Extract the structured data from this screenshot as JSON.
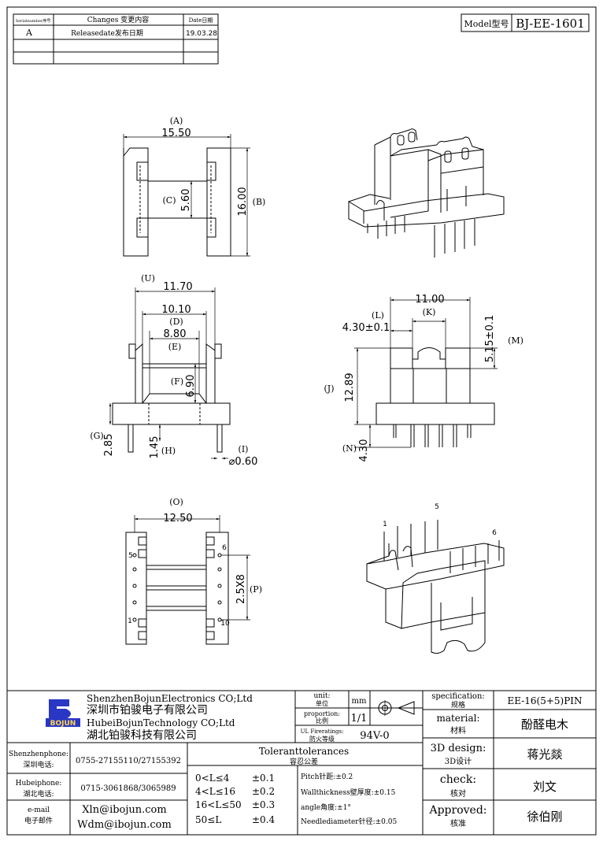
{
  "revision": {
    "headers": [
      "Serialnumber序号",
      "Changes 变更内容",
      "Date日期"
    ],
    "rows": [
      [
        "A",
        "Releasedate发布日期",
        "19.03.28"
      ],
      [
        "",
        "",
        ""
      ],
      [
        "",
        "",
        ""
      ]
    ]
  },
  "model": {
    "label": "Model型号",
    "value": "BJ-EE-1601"
  },
  "views": {
    "top": {
      "A_tag": "(A)",
      "A_val": "15.50",
      "B_val": "16.00",
      "B_tag": "(B)",
      "C_tag": "(C)",
      "C_val": "5.60"
    },
    "front": {
      "U_tag": "(U)",
      "U_val": "11.70",
      "D_val": "10.10",
      "D_tag": "(D)",
      "E_val": "8.80",
      "E_tag": "(E)",
      "F_tag": "(F)",
      "F_val": "6.90",
      "G_tag": "(G)",
      "G_val": "2.85",
      "H_val": "1.45",
      "H_tag": "(H)",
      "I_tag": "(I)",
      "I_val": "⌀0.60"
    },
    "side": {
      "top_val": "11.00",
      "L_tag": "(L)",
      "K_tag": "(K)",
      "L_val": "4.30±0.1",
      "M_val": "5.15±0.1",
      "M_tag": "(M)",
      "J_tag": "(J)",
      "J_val": "12.89",
      "N_tag": "(N)",
      "N_val": "4.30"
    },
    "bottom": {
      "O_tag": "(O)",
      "O_val": "12.50",
      "P_val": "2.5X8",
      "P_tag": "(P)",
      "pin5": "5",
      "pin6": "6",
      "pin1": "1",
      "pin10": "10"
    },
    "iso2": {
      "pin1": "1",
      "pin5": "5",
      "pin6": "6"
    }
  },
  "title_block": {
    "company_en1": "ShenzhenBojunElectronics CO;Ltd",
    "company_cn1": "深圳市铂骏电子有限公司",
    "company_en2": "HubeiBojunTechnology CO;Ltd",
    "company_cn2": "湖北铂骏科技有限公司",
    "logo_text": "BOJUN",
    "unit_label_en": "unit:",
    "unit_label_cn": "单位",
    "unit_value": "mm",
    "proportion_label_en": "proportion:",
    "proportion_label_cn": "比例",
    "proportion_value": "1/1",
    "ul_label_en": "UL Fireratings:",
    "ul_label_cn": "防火等级",
    "ul_value": "94V-0",
    "spec_label_en": "specification:",
    "spec_label_cn": "规格",
    "spec_value": "EE-16(5+5)PIN",
    "material_label_en": "material:",
    "material_label_cn": "材料",
    "material_value": "酚醛电木",
    "design_label_en": "3D design:",
    "design_label_cn": "3D设计",
    "design_value": "蒋光燚",
    "check_label_en": "check:",
    "check_label_cn": "核对",
    "check_value": "刘文",
    "approved_label_en": "Approved:",
    "approved_label_cn": "核准",
    "approved_value": "徐伯刚",
    "sz_phone_label_en": "Shenzhenphone:",
    "sz_phone_label_cn": "深圳电话:",
    "sz_phone_value": "0755-27155110/27155392",
    "hb_phone_label_en": "Hubeiphone:",
    "hb_phone_label_cn": "湖北电话:",
    "hb_phone_value": "0715-3061868/3065989",
    "email_label_en": "e-mail",
    "email_label_cn": "电子邮件",
    "email1": "Xln@ibojun.com",
    "email2": "Wdm@ibojun.com",
    "tol_title_en": "Toleranttolerances",
    "tol_title_cn": "容忍公差",
    "tol_rows": [
      [
        "0<L≤4",
        "±0.1"
      ],
      [
        "4<L≤16",
        "±0.2"
      ],
      [
        "16<L≤50",
        "±0.3"
      ],
      [
        "50≤L",
        "±0.4"
      ]
    ],
    "tol_notes": [
      "Pitch针距:±0.2",
      "Wallthickness壁厚度:±0.15",
      "angle角度:±1°",
      "Needlediameter针径:±0.05"
    ]
  }
}
